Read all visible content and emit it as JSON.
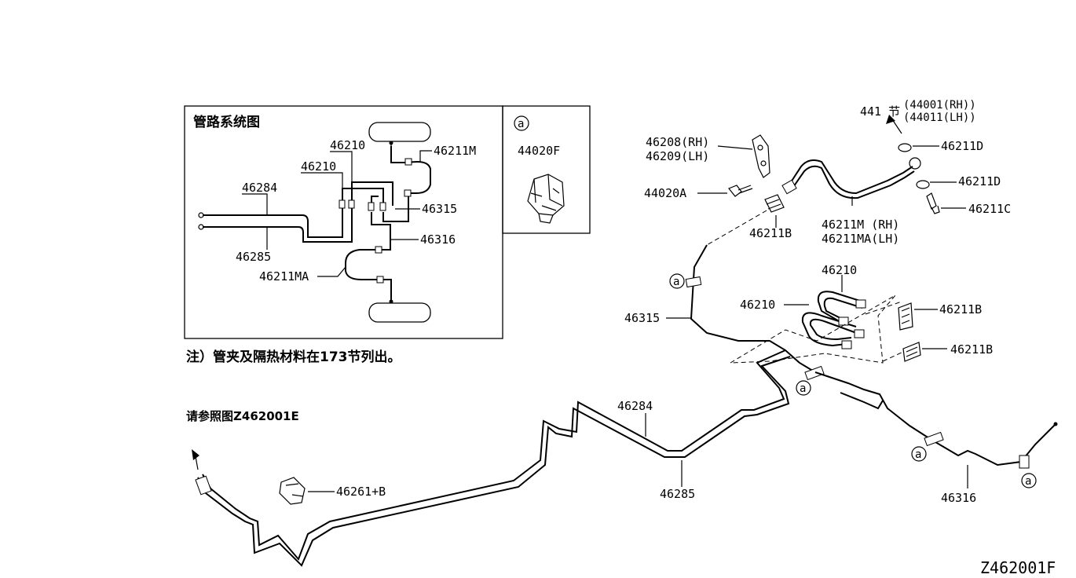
{
  "inset": {
    "title": "管路系统图",
    "labels": [
      "46210",
      "46210",
      "46211M",
      "46284",
      "46315",
      "46316",
      "46285",
      "46211MA"
    ]
  },
  "detail_box": {
    "symbol": "a",
    "part": "44020F"
  },
  "note": "注）管夹及隔热材料在173节列出。",
  "reference": "请参照图Z462001E",
  "parts": {
    "p46208": "46208(RH)",
    "p46209": "46209(LH)",
    "p44020A": "44020A",
    "p46211B_top": "46211B",
    "p441": "441 节",
    "p44001": "(44001(RH))",
    "p44011": "(44011(LH))",
    "p46211D_1": "46211D",
    "p46211D_2": "46211D",
    "p46211C": "46211C",
    "p46211M": "46211M (RH)",
    "p46211MA": "46211MA(LH)",
    "p46210_a": "46210",
    "p46210_b": "46210",
    "p46211B_mid1": "46211B",
    "p46211B_mid2": "46211B",
    "p46315": "46315",
    "p46284": "46284",
    "p46285": "46285",
    "p46261B": "46261+B",
    "p46316": "46316"
  },
  "callout_symbol": "a",
  "diagram_code": "Z462001F"
}
